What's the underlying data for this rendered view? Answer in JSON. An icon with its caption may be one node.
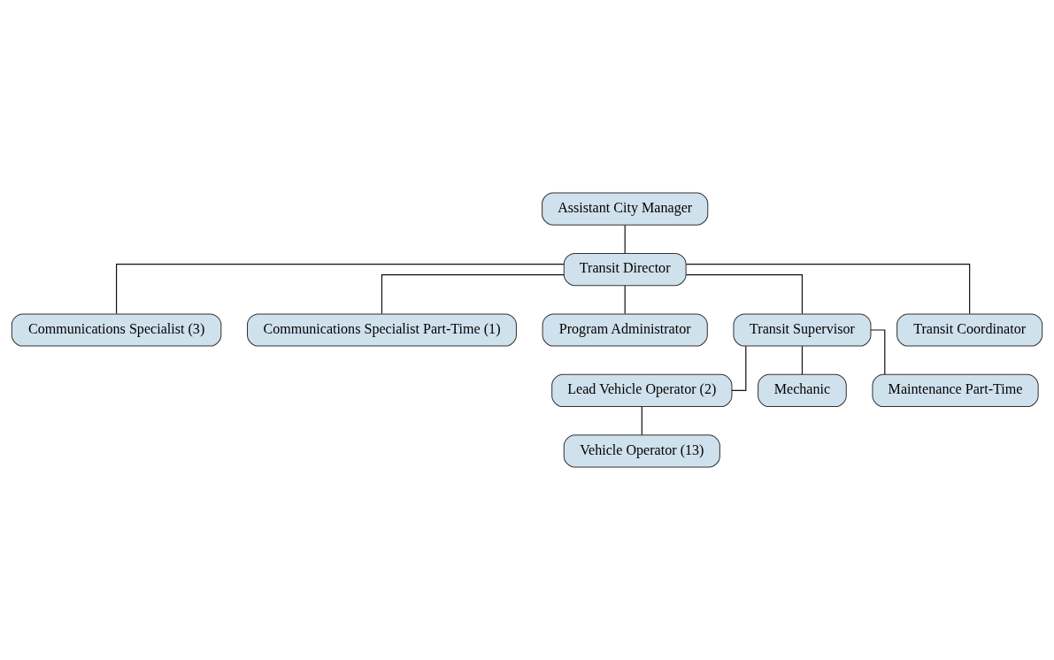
{
  "diagram": {
    "nodes": [
      {
        "text": [
          "Assistant City Manager"
        ]
      },
      {
        "text": [
          "Transit Director"
        ]
      },
      {
        "text": [
          "Communications Specialist (3)"
        ]
      },
      {
        "text": [
          "Communications Specialist Part-Time (1)"
        ]
      },
      {
        "text": [
          "Program Administrator"
        ]
      },
      {
        "text": [
          "Transit Supervisor"
        ]
      },
      {
        "text": [
          "Transit Coordinator"
        ]
      },
      {
        "text": [
          "Lead Vehicle Operator (2)"
        ]
      },
      {
        "text": [
          "Mechanic"
        ]
      },
      {
        "text": [
          "Maintenance Part-Time"
        ]
      },
      {
        "text": [
          "Vehicle Operator (13)"
        ]
      }
    ],
    "edges": [
      {
        "from": 0,
        "to": 1,
        "arrow": "none"
      },
      {
        "from": 1,
        "to": 2,
        "arrow": "none"
      },
      {
        "from": 1,
        "to": 3,
        "arrow": "none"
      },
      {
        "from": 1,
        "to": 4,
        "arrow": "none"
      },
      {
        "from": 1,
        "to": 5,
        "arrow": "none"
      },
      {
        "from": 1,
        "to": 6,
        "arrow": "none"
      },
      {
        "from": 5,
        "to": 7,
        "arrow": "none"
      },
      {
        "from": 5,
        "to": 8,
        "arrow": "none"
      },
      {
        "from": 5,
        "to": 9,
        "arrow": "none"
      },
      {
        "from": 7,
        "to": 10,
        "arrow": "none"
      }
    ]
  }
}
